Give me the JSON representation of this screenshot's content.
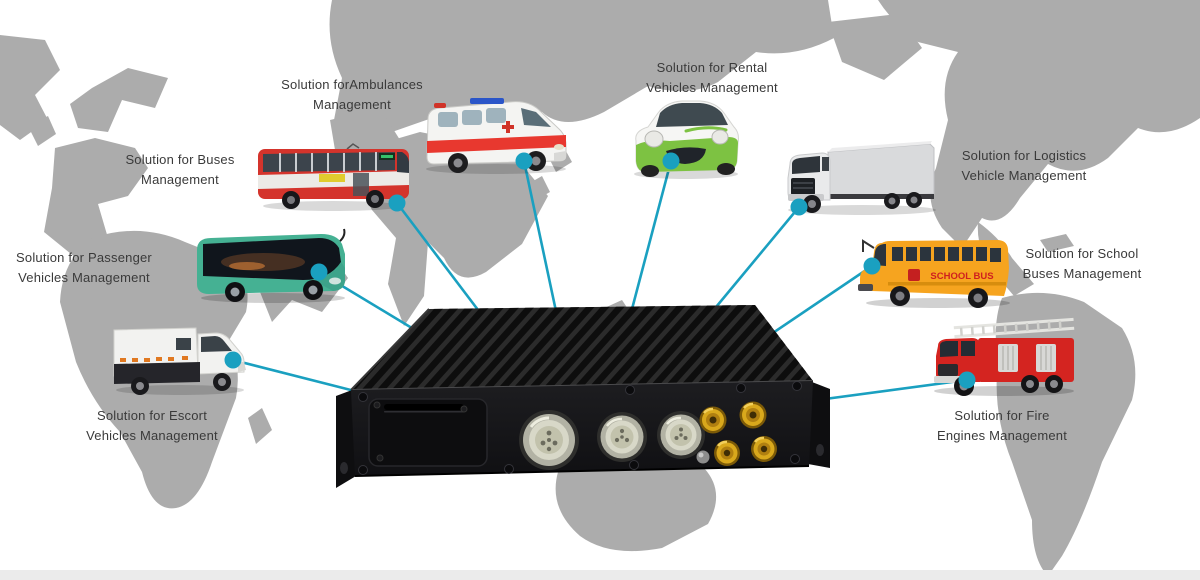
{
  "scene": {
    "background_color": "#ffffff",
    "map_color": "#acacac",
    "accent_line_color": "#1aa0c0",
    "label_text_color": "#3a3a3a"
  },
  "solutions": [
    {
      "id": "ambulances",
      "line1": "Solution forAmbulances",
      "line2": "Management",
      "vehicle": "ambulance"
    },
    {
      "id": "rental-vehicles",
      "line1": "Solution for Rental",
      "line2": "Vehicles Management",
      "vehicle": "rental-car"
    },
    {
      "id": "buses",
      "line1": "Solution for Buses",
      "line2": "Management",
      "vehicle": "city-bus"
    },
    {
      "id": "logistics-vehicles",
      "line1": "Solution for Logistics",
      "line2": "Vehicle Management",
      "vehicle": "logistics-truck"
    },
    {
      "id": "passenger-vehicles",
      "line1": "Solution for Passenger",
      "line2": "Vehicles Management",
      "vehicle": "coach-bus"
    },
    {
      "id": "school-buses",
      "line1": "Solution for School",
      "line2": "Buses Management",
      "vehicle": "school-bus",
      "vehicle_text": "SCHOOL BUS"
    },
    {
      "id": "escort-vehicles",
      "line1": "Solution for Escort",
      "line2": "Vehicles Management",
      "vehicle": "escort-van"
    },
    {
      "id": "fire-engines",
      "line1": "Solution for Fire",
      "line2": "Engines Management",
      "vehicle": "fire-truck"
    }
  ]
}
